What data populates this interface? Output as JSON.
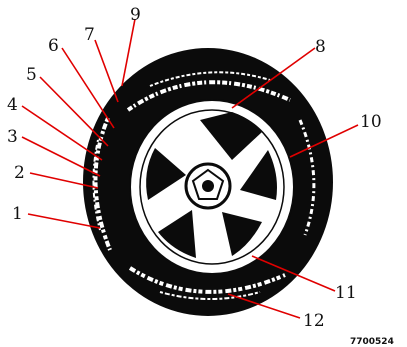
{
  "diagram": {
    "subject": "tire-and-wheel-sidewall",
    "figure_code": "7700524",
    "callouts": [
      {
        "id": "c1",
        "label": "1"
      },
      {
        "id": "c2",
        "label": "2"
      },
      {
        "id": "c3",
        "label": "3"
      },
      {
        "id": "c4",
        "label": "4"
      },
      {
        "id": "c5",
        "label": "5"
      },
      {
        "id": "c6",
        "label": "6"
      },
      {
        "id": "c7",
        "label": "7"
      },
      {
        "id": "c8",
        "label": "8"
      },
      {
        "id": "c9",
        "label": "9"
      },
      {
        "id": "c10",
        "label": "10"
      },
      {
        "id": "c11",
        "label": "11"
      },
      {
        "id": "c12",
        "label": "12"
      }
    ],
    "colors": {
      "tire": "#0b0b0b",
      "wheel": "#ffffff",
      "leader": "#e00000",
      "text": "#111111"
    }
  }
}
